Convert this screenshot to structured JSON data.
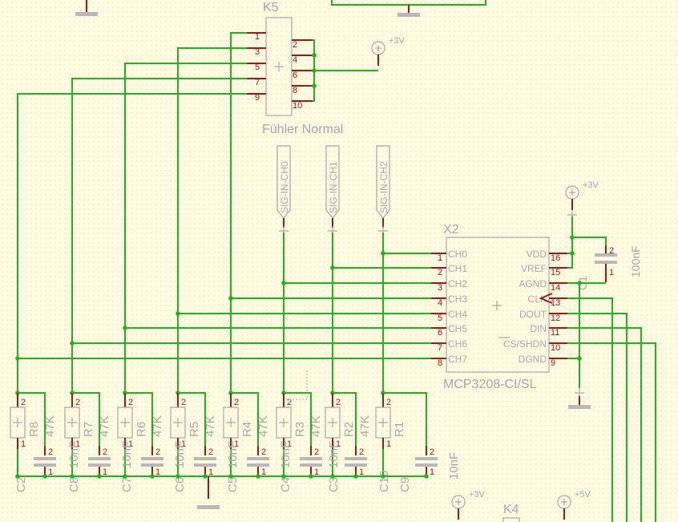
{
  "schematic": {
    "k5": {
      "ref": "K5",
      "name": "Fühler Normal",
      "left_pins": [
        "1",
        "3",
        "5",
        "7",
        "9"
      ],
      "right_pins": [
        "2",
        "4",
        "6",
        "8",
        "10"
      ]
    },
    "x2": {
      "ref": "X2",
      "value": "MCP3208-CI/SL",
      "left_pins": [
        {
          "num": "1",
          "name": "CH0"
        },
        {
          "num": "2",
          "name": "CH1"
        },
        {
          "num": "3",
          "name": "CH2"
        },
        {
          "num": "4",
          "name": "CH3"
        },
        {
          "num": "5",
          "name": "CH4"
        },
        {
          "num": "6",
          "name": "CH5"
        },
        {
          "num": "7",
          "name": "CH6"
        },
        {
          "num": "8",
          "name": "CH7"
        }
      ],
      "right_pins": [
        {
          "num": "16",
          "name": "VDD"
        },
        {
          "num": "15",
          "name": "VREF"
        },
        {
          "num": "14",
          "name": "AGND"
        },
        {
          "num": "13",
          "name": "CLK"
        },
        {
          "num": "12",
          "name": "DOUT"
        },
        {
          "num": "11",
          "name": "DIN"
        },
        {
          "num": "10",
          "name": "CS/SHDN"
        },
        {
          "num": "9",
          "name": "DGND"
        }
      ]
    },
    "signals": [
      "SIG-IN-CH0",
      "SIG-IN-CH1",
      "SIG-IN-CH2"
    ],
    "supplies": [
      {
        "label": "+3V"
      },
      {
        "label": "+3V"
      },
      {
        "label": "+3V"
      },
      {
        "label": "+5V"
      }
    ],
    "c1": {
      "ref": "C1",
      "value": "100nF",
      "pins": [
        "2",
        "1"
      ]
    },
    "resistors": [
      {
        "ref": "R8",
        "value": "47K"
      },
      {
        "ref": "R7",
        "value": "47K"
      },
      {
        "ref": "R6",
        "value": "47K"
      },
      {
        "ref": "R5",
        "value": "47K"
      },
      {
        "ref": "R4",
        "value": "47K"
      },
      {
        "ref": "R3",
        "value": "47K"
      },
      {
        "ref": "R2",
        "value": "47K"
      },
      {
        "ref": "R1",
        "value": ""
      }
    ],
    "capacitors": [
      {
        "ref": "C2",
        "value": ""
      },
      {
        "ref": "C8",
        "value": "10nF"
      },
      {
        "ref": "C7",
        "value": "10nF"
      },
      {
        "ref": "C6",
        "value": "10nF"
      },
      {
        "ref": "C5",
        "value": "10nF"
      },
      {
        "ref": "C4",
        "value": "10nF"
      },
      {
        "ref": "C3",
        "value": "10nF"
      },
      {
        "ref": "C10",
        "value": "10nF"
      },
      {
        "ref": "C9",
        "value": "10nF"
      }
    ],
    "k4": {
      "ref": "K4"
    },
    "resistor_pins": [
      "2",
      "1"
    ],
    "cap_pins": [
      "2",
      "1"
    ]
  }
}
